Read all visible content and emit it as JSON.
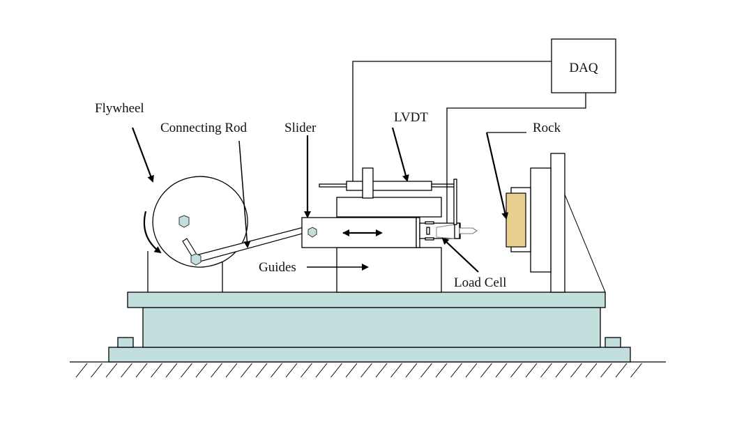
{
  "labels": {
    "flywheel": "Flywheel",
    "connecting_rod": "Connecting Rod",
    "slider": "Slider",
    "lvdt": "LVDT",
    "rock": "Rock",
    "daq": "DAQ",
    "guides": "Guides",
    "load_cell": "Load Cell"
  },
  "colors": {
    "base": "#c2dfdd",
    "rock": "#e9cf8f",
    "pin": "#c2dfdd",
    "line": "#000000"
  }
}
